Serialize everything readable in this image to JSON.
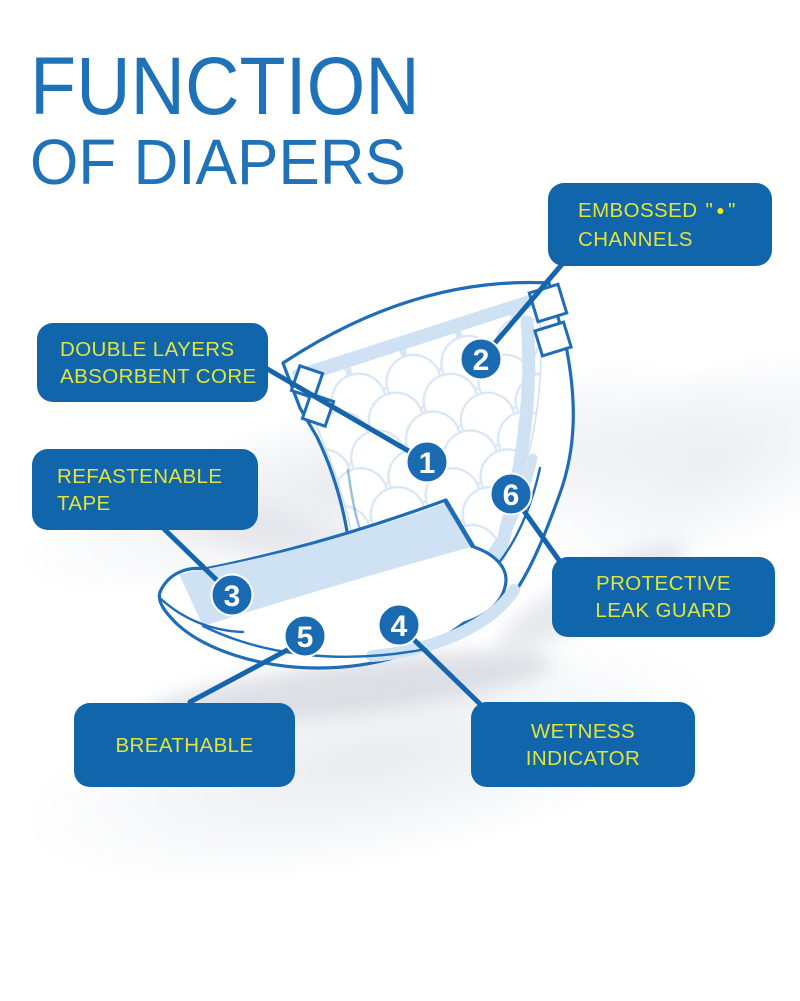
{
  "title": {
    "line1": "FUNCTION",
    "line2": "OF DIAPERS"
  },
  "callouts": {
    "double_layers": {
      "line1": "DOUBLE LAYERS",
      "line2": "ABSORBENT CORE"
    },
    "embossed": {
      "word": "EMBOSSED",
      "open_quote": "\"",
      "bullet": "●",
      "close_quote": "\"",
      "line2": "CHANNELS"
    },
    "refastenable": {
      "line1": "REFASTENABLE",
      "line2": "TAPE"
    },
    "protective": {
      "line1": "PROTECTIVE",
      "line2": "LEAK GUARD"
    },
    "breathable": {
      "line1": "BREATHABLE"
    },
    "wetness": {
      "line1": "WETNESS",
      "line2": "INDICATOR"
    }
  },
  "markers": {
    "m1": "1",
    "m2": "2",
    "m3": "3",
    "m4": "4",
    "m5": "5",
    "m6": "6"
  },
  "colors": {
    "title_blue": "#1f72b8",
    "box_blue": "#1165ab",
    "label_yellow": "#e2e43c",
    "bullet_yellow": "#ffec00",
    "line_blue": "#1565ac",
    "marker_blue": "#1a6bb2",
    "outline_blue": "#1f6db6",
    "light_blue": "#cfe2f4",
    "scallop_blue": "#d9e7f5"
  }
}
